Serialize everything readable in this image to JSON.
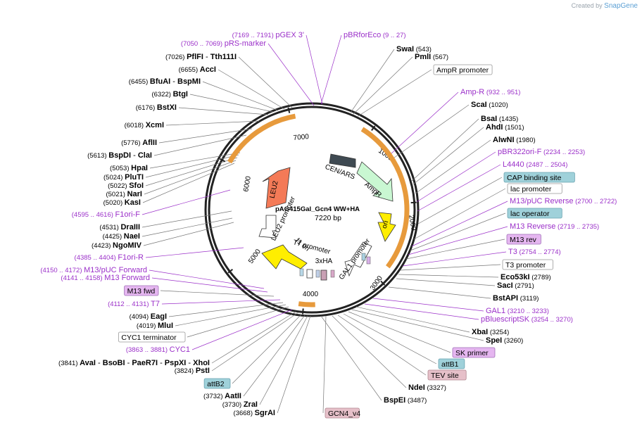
{
  "credit": {
    "prefix": "Created by",
    "brand": "SnapGene"
  },
  "plasmid": {
    "name": "pAG415Gal_Gcn4 WW+HA",
    "size": "7220 bp"
  },
  "ticks": [
    "1000",
    "2000",
    "3000",
    "4000",
    "5000",
    "6000",
    "7000"
  ],
  "colors": {
    "enzyme": "#000000",
    "primer": "#9b30c9",
    "feature_box": "#ffffff",
    "line": "#000000"
  },
  "features": [
    {
      "name": "CEN/ARS",
      "color": "#3f4a52"
    },
    {
      "name": "AmpR",
      "color": "#c9f7d2"
    },
    {
      "name": "ori",
      "color": "#ffee00"
    },
    {
      "name": "GAL1 promoter",
      "color": "#ffffff"
    },
    {
      "name": "3xHA",
      "color": "#c9a0b4"
    },
    {
      "name": "T7 promoter",
      "color": "#ffffff"
    },
    {
      "name": "f1 ori",
      "color": "#ffee00"
    },
    {
      "name": "LEU2 promoter",
      "color": "#ffffff"
    },
    {
      "name": "LEU2",
      "color": "#f47a57"
    },
    {
      "name": "GCN4_v4",
      "color": "#f2a44f"
    }
  ],
  "labels_right": [
    {
      "type": "enzyme",
      "name": "SwaI",
      "pos": "(543)"
    },
    {
      "type": "enzyme",
      "name": "PmlI",
      "pos": "(567)"
    },
    {
      "type": "box",
      "name": "AmpR promoter",
      "style": "white"
    },
    {
      "type": "primer",
      "name": "Amp-R",
      "pos": "(932 .. 951)"
    },
    {
      "type": "enzyme",
      "name": "ScaI",
      "pos": "(1020)"
    },
    {
      "type": "enzyme",
      "name": "BsaI",
      "pos": "(1435)"
    },
    {
      "type": "enzyme",
      "name": "AhdI",
      "pos": "(1501)"
    },
    {
      "type": "enzyme",
      "name": "AlwNI",
      "pos": "(1980)"
    },
    {
      "type": "primer",
      "name": "pBR322ori-F",
      "pos": "(2234 .. 2253)"
    },
    {
      "type": "primer",
      "name": "L4440",
      "pos": "(2487 .. 2504)"
    },
    {
      "type": "box",
      "name": "CAP binding site",
      "style": "blue"
    },
    {
      "type": "box",
      "name": "lac promoter",
      "style": "white"
    },
    {
      "type": "primer",
      "name": "M13/pUC Reverse",
      "pos": "(2700 .. 2722)"
    },
    {
      "type": "box",
      "name": "lac operator",
      "style": "blue"
    },
    {
      "type": "primer",
      "name": "M13 Reverse",
      "pos": "(2719 .. 2735)"
    },
    {
      "type": "box",
      "name": "M13 rev",
      "style": "purple"
    },
    {
      "type": "primer",
      "name": "T3",
      "pos": "(2754 .. 2774)"
    },
    {
      "type": "box",
      "name": "T3 promoter",
      "style": "white"
    },
    {
      "type": "enzyme",
      "name": "Eco53kI",
      "pos": "(2789)"
    },
    {
      "type": "enzyme",
      "name": "SacI",
      "pos": "(2791)"
    },
    {
      "type": "enzyme",
      "name": "BstAPI",
      "pos": "(3119)"
    },
    {
      "type": "primer",
      "name": "GAL1",
      "pos": "(3210 .. 3233)"
    },
    {
      "type": "primer",
      "name": "pBluescriptSK",
      "pos": "(3254 .. 3270)"
    },
    {
      "type": "enzyme",
      "name": "XbaI",
      "pos": "(3254)"
    },
    {
      "type": "enzyme",
      "name": "SpeI",
      "pos": "(3260)"
    },
    {
      "type": "box",
      "name": "SK primer",
      "style": "purple"
    },
    {
      "type": "box",
      "name": "attB1",
      "style": "blue"
    },
    {
      "type": "box",
      "name": "TEV site",
      "style": "pink"
    },
    {
      "type": "enzyme",
      "name": "NdeI",
      "pos": "(3327)"
    },
    {
      "type": "enzyme",
      "name": "BspEI",
      "pos": "(3487)"
    }
  ],
  "labels_top": [
    {
      "type": "primer",
      "name": "pGEX 3'",
      "pos": "(7169 .. 7191)"
    },
    {
      "type": "primer",
      "name": "pBRforEco",
      "pos": "(9 .. 27)"
    },
    {
      "type": "primer",
      "name": "pRS-marker",
      "pos": "(7050 .. 7069)"
    }
  ],
  "labels_left": [
    {
      "type": "enzyme",
      "name": "PflFI",
      "name2": "Tth111I",
      "pos": "(7026)"
    },
    {
      "type": "enzyme",
      "name": "AccI",
      "pos": "(6655)"
    },
    {
      "type": "enzyme",
      "name": "BfuAI",
      "name2": "BspMI",
      "pos": "(6455)"
    },
    {
      "type": "enzyme",
      "name": "BtgI",
      "pos": "(6322)"
    },
    {
      "type": "enzyme",
      "name": "BstXI",
      "pos": "(6176)"
    },
    {
      "type": "enzyme",
      "name": "XcmI",
      "pos": "(6018)"
    },
    {
      "type": "enzyme",
      "name": "AflII",
      "pos": "(5776)"
    },
    {
      "type": "enzyme",
      "name": "BspDI",
      "name2": "ClaI",
      "pos": "(5613)"
    },
    {
      "type": "enzyme",
      "name": "HpaI",
      "pos": "(5053)"
    },
    {
      "type": "enzyme",
      "name": "PluTI",
      "pos": "(5024)"
    },
    {
      "type": "enzyme",
      "name": "SfoI",
      "pos": "(5022)"
    },
    {
      "type": "enzyme",
      "name": "NarI",
      "pos": "(5021)"
    },
    {
      "type": "enzyme",
      "name": "KasI",
      "pos": "(5020)"
    },
    {
      "type": "primer",
      "name": "F1ori-F",
      "pos": "(4595 .. 4616)"
    },
    {
      "type": "enzyme",
      "name": "DraIII",
      "pos": "(4531)"
    },
    {
      "type": "enzyme",
      "name": "NaeI",
      "pos": "(4425)"
    },
    {
      "type": "enzyme",
      "name": "NgoMIV",
      "pos": "(4423)"
    },
    {
      "type": "primer",
      "name": "F1ori-R",
      "pos": "(4385 .. 4404)"
    },
    {
      "type": "primer",
      "name": "M13/pUC Forward",
      "pos": "(4150 .. 4172)"
    },
    {
      "type": "primer",
      "name": "M13 Forward",
      "pos": "(4141 .. 4158)"
    },
    {
      "type": "box",
      "name": "M13 fwd",
      "style": "purple"
    },
    {
      "type": "primer",
      "name": "T7",
      "pos": "(4112 .. 4131)"
    },
    {
      "type": "enzyme",
      "name": "EagI",
      "pos": "(4094)"
    },
    {
      "type": "enzyme",
      "name": "MluI",
      "pos": "(4019)"
    },
    {
      "type": "box",
      "name": "CYC1 terminator",
      "style": "white"
    },
    {
      "type": "primer",
      "name": "CYC1",
      "pos": "(3863 .. 3881)"
    },
    {
      "type": "enzyme",
      "name": "AvaI",
      "name2": "BsoBI",
      "name3": "PaeR7I",
      "name4": "PspXI",
      "name5": "XhoI",
      "pos": "(3841)"
    },
    {
      "type": "enzyme",
      "name": "PstI",
      "pos": "(3824)"
    },
    {
      "type": "box",
      "name": "attB2",
      "style": "blue"
    },
    {
      "type": "enzyme",
      "name": "AatII",
      "pos": "(3732)"
    },
    {
      "type": "enzyme",
      "name": "ZraI",
      "pos": "(3730)"
    },
    {
      "type": "enzyme",
      "name": "SgrAI",
      "pos": "(3668)"
    }
  ],
  "bottom_box": {
    "name": "GCN4_v4",
    "style": "pink"
  }
}
